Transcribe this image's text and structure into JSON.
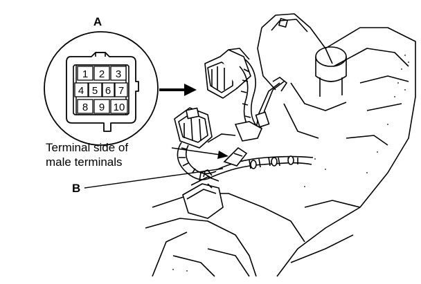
{
  "labels": {
    "callout_a": "A",
    "callout_b": "B",
    "caption_line1": "Terminal side of",
    "caption_line2": "male terminals"
  },
  "connector": {
    "pins": [
      "1",
      "2",
      "3",
      "4",
      "5",
      "6",
      "7",
      "8",
      "9",
      "10"
    ]
  },
  "colors": {
    "ink": "#000000",
    "background": "#ffffff"
  }
}
